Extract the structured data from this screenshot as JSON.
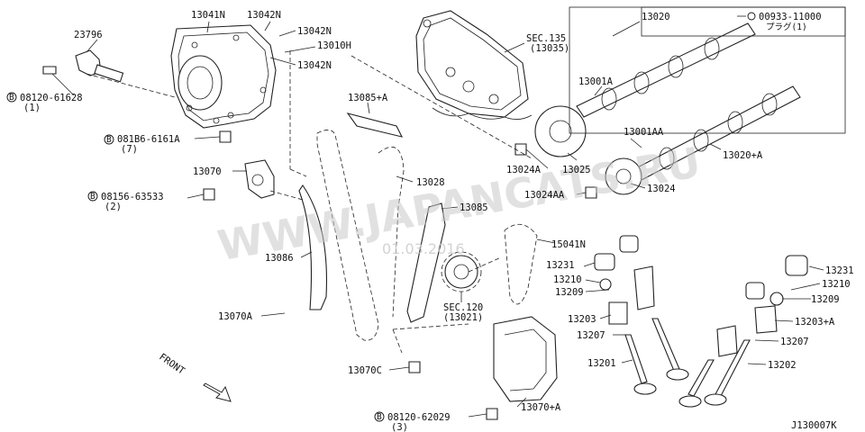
{
  "labels": {
    "p23796": "23796",
    "p13041N": "13041N",
    "p13042N_a": "13042N",
    "p13042N_b": "13042N",
    "p13010H": "13010H",
    "p13042N_c": "13042N",
    "b08120_61628": "08120-61628",
    "b08120_61628_qty": "(1)",
    "b081B6_6161A": "081B6-6161A",
    "b081B6_6161A_qty": "(7)",
    "p13070": "13070",
    "b08156_63533": "08156-63533",
    "b08156_63533_qty": "(2)",
    "p13086": "13086",
    "p13070A": "13070A",
    "p13085A": "13085+A",
    "p13028": "13028",
    "p13085": "13085",
    "p13070C": "13070C",
    "sec120": "SEC.120",
    "sec120_ref": "(13021)",
    "sec135": "SEC.135",
    "sec135_ref": "(13035)",
    "p13020": "13020",
    "p00933_11000": "00933-11000",
    "plug_jp": "プラグ(1)",
    "p13001A": "13001A",
    "p13001AA": "13001AA",
    "p13020A": "13020+A",
    "p13024A": "13024A",
    "p13025": "13025",
    "p13024AA": "13024AA",
    "p13024": "13024",
    "p15041N": "15041N",
    "p13231_a": "13231",
    "p13210_a": "13210",
    "p13209_a": "13209",
    "p13203": "13203",
    "p13207_a": "13207",
    "p13201": "13201",
    "p13231_b": "13231",
    "p13210_b": "13210",
    "p13209_b": "13209",
    "p13203A": "13203+A",
    "p13207_b": "13207",
    "p13202": "13202",
    "b08120_62029": "08120-62029",
    "b08120_62029_qty": "(3)",
    "p13070A2": "13070+A",
    "front": "FRONT",
    "diagram_id": "J130007K",
    "bolt_marker": "B"
  },
  "watermark": {
    "text": "WWW.JAPANCATS.RU",
    "date": "01.03.2016"
  }
}
